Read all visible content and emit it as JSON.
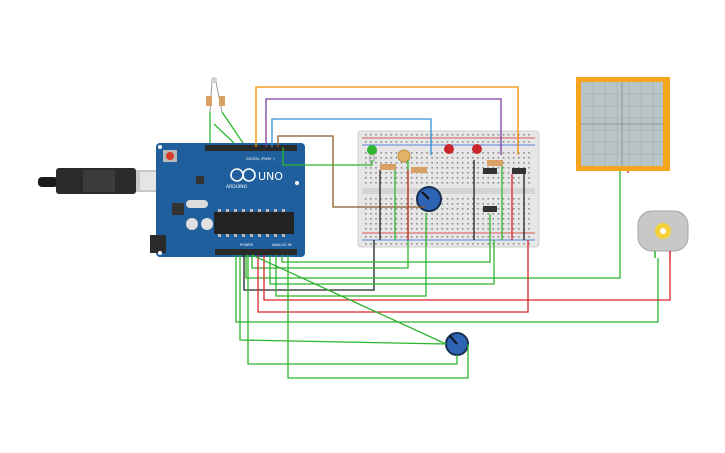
{
  "arduino": {
    "model": "UNO",
    "brand": "ARDUINO",
    "digital_label": "DIGITAL (PWM~)",
    "power_label": "POWER",
    "analog_label": "ANALOG IN"
  },
  "colors": {
    "wire_green": "#2db52d",
    "wire_black": "#222222",
    "wire_red": "#d9262a",
    "wire_orange": "#f08a00",
    "wire_purple": "#7b3fa0",
    "wire_blue": "#2f8fd8",
    "wire_brown": "#8b5a2b",
    "board_blue": "#1f5f9e",
    "plotter_frame": "#f3a51c"
  },
  "components": [
    "arduino-uno",
    "breadboard",
    "oscilloscope",
    "dc-motor",
    "potentiometer",
    "photoresistor",
    "leds",
    "resistors"
  ]
}
